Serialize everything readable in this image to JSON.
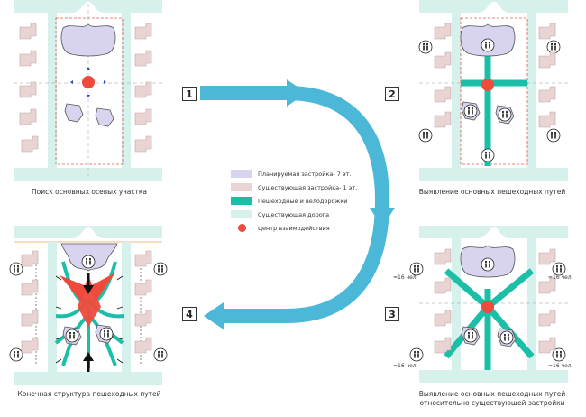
{
  "steps": [
    "1",
    "2",
    "3",
    "4"
  ],
  "captions": {
    "p1": "Поиск основных осевых участка",
    "p2": "Выявление основных  пешеходных путей",
    "p3_line1": "Выявление основных  пешеходных путей",
    "p3_line2": "относительно существующей застройки",
    "p4": "Конечная структура пешеходных путей"
  },
  "legend": [
    {
      "label": "Планируемая застройка- 7 эт.",
      "color": "#d8d4f0",
      "kind": "swatch"
    },
    {
      "label": "Существующая застройка- 1 эт.",
      "color": "#ead3d3",
      "kind": "swatch"
    },
    {
      "label": "Пешеходные и велодорожки",
      "color": "#1bbfa8",
      "kind": "swatch"
    },
    {
      "label": "Существующая дорога",
      "color": "#d6f1ec",
      "kind": "swatch"
    },
    {
      "label": "Центр взаимодействия",
      "color": "#ef4a3c",
      "kind": "dot"
    }
  ],
  "people_count": "≈16 чел",
  "colors": {
    "planned": "#d8d4f0",
    "existing": "#ead3d3",
    "paths": "#1bbfa8",
    "road": "#d6f1ec",
    "center": "#ef4a3c",
    "arrow": "#4bb8d8"
  },
  "icons": [
    "people-icon",
    "arrow-icon",
    "center-dot-icon"
  ]
}
